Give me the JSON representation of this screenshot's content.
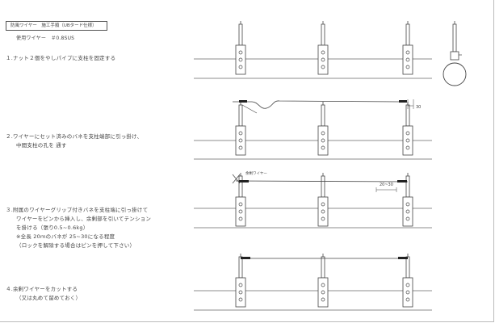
{
  "header": {
    "title": "防風ワイヤー　施工手順（UBタード仕様）",
    "wire_label": "使用ワイヤー　＃0.8SUS"
  },
  "steps": [
    {
      "lines": [
        "１.ナット２個をやしパイプに支柱を固定する"
      ]
    },
    {
      "lines": [
        "２.ワイヤーにセット済みのバネを支柱端部に引っ掛け、",
        "中間支柱の孔を 通す"
      ]
    },
    {
      "lines": [
        "３.附属のワイヤーグリップ付きバネを支柱端に引っ掛けて",
        "ワイヤーをピンから挿入し、余剰部を引いてテンション",
        "を掛ける（張り0.5~0.6kg）",
        "※全長 20ｍのバネが 25~30になる程度",
        "（ロックを解除する場合はピンを押して下さい）"
      ]
    },
    {
      "lines": [
        "４.余剰ワイヤーをカットする",
        "（又は丸めて留めておく）"
      ]
    }
  ],
  "dimensions": {
    "step2": "30",
    "step3": "20~30"
  },
  "callouts": {
    "step3_wire": "余剰ワイヤー"
  }
}
